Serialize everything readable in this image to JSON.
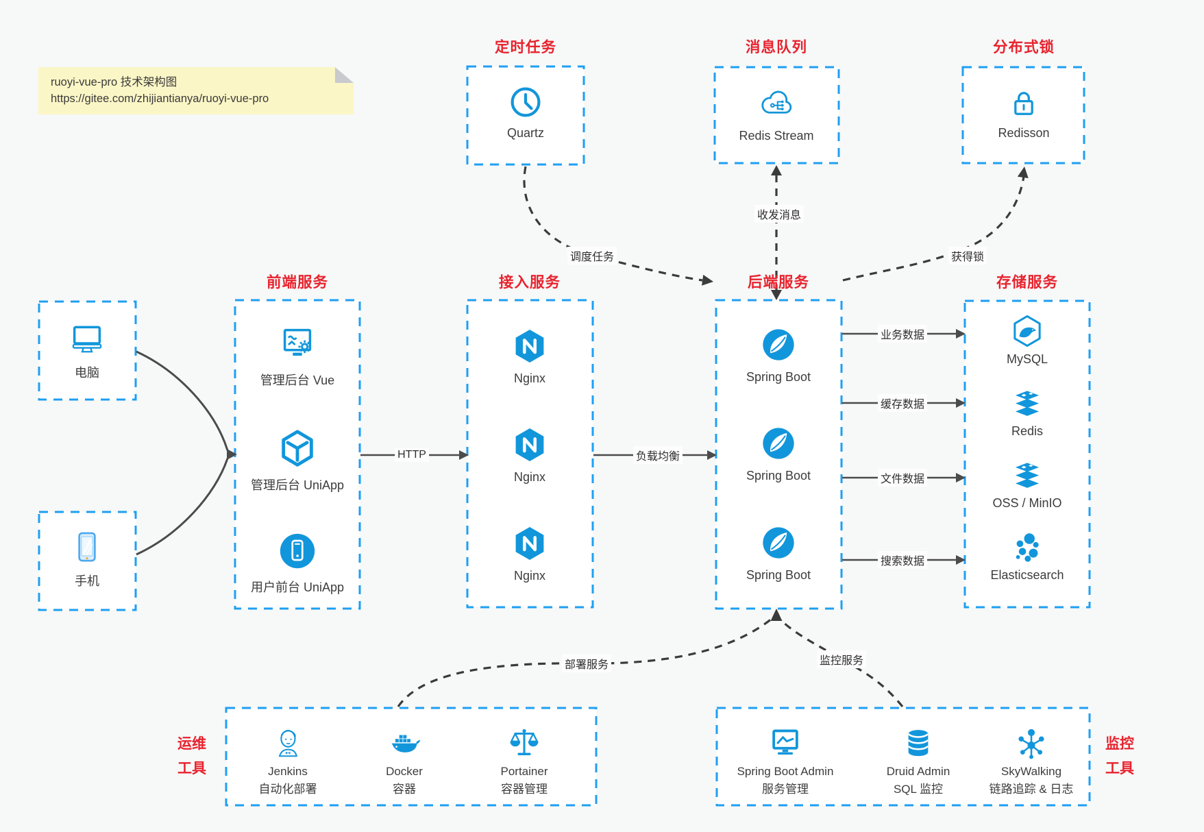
{
  "colors": {
    "icon_blue": "#1296db",
    "border_blue": "#1e9ff2",
    "title_red": "#e8232e",
    "arrow_gray": "#4b4b4b",
    "arrow_black": "#3b3b3b",
    "note_bg": "#fbf6c6"
  },
  "note": {
    "line1": "ruoyi-vue-pro 技术架构图",
    "line2": "https://gitee.com/zhijiantianya/ruoyi-vue-pro"
  },
  "titles": {
    "scheduler": "定时任务",
    "mq": "消息队列",
    "lock": "分布式锁",
    "frontend": "前端服务",
    "gateway": "接入服务",
    "backend": "后端服务",
    "storage": "存储服务",
    "devops_1": "运维",
    "devops_2": "工具",
    "monitoring_1": "监控",
    "monitoring_2": "工具"
  },
  "nodes": {
    "quartz": {
      "label": "Quartz",
      "icon": "clock-icon"
    },
    "redis_stream": {
      "label": "Redis Stream",
      "icon": "cloud-stream-icon"
    },
    "redisson": {
      "label": "Redisson",
      "icon": "lock-icon"
    },
    "pc": {
      "label": "电脑",
      "icon": "desktop-icon"
    },
    "mobile": {
      "label": "手机",
      "icon": "smartphone-icon"
    },
    "frontend": [
      {
        "label": "管理后台 Vue",
        "icon": "admin-vue-icon"
      },
      {
        "label": "管理后台 UniApp",
        "icon": "uniapp-cube-icon"
      },
      {
        "label": "用户前台 UniApp",
        "icon": "user-app-icon"
      }
    ],
    "gateway": [
      {
        "label": "Nginx",
        "icon": "nginx-icon"
      },
      {
        "label": "Nginx",
        "icon": "nginx-icon"
      },
      {
        "label": "Nginx",
        "icon": "nginx-icon"
      }
    ],
    "backend": [
      {
        "label": "Spring Boot",
        "icon": "spring-boot-icon"
      },
      {
        "label": "Spring Boot",
        "icon": "spring-boot-icon"
      },
      {
        "label": "Spring Boot",
        "icon": "spring-boot-icon"
      }
    ],
    "storage": [
      {
        "label": "MySQL",
        "icon": "mysql-icon"
      },
      {
        "label": "Redis",
        "icon": "redis-stack-icon"
      },
      {
        "label": "OSS / MinIO",
        "icon": "oss-stack-icon"
      },
      {
        "label": "Elasticsearch",
        "icon": "elasticsearch-icon"
      }
    ],
    "devops": [
      {
        "label": "Jenkins",
        "sub": "自动化部署",
        "icon": "jenkins-icon"
      },
      {
        "label": "Docker",
        "sub": "容器",
        "icon": "docker-icon"
      },
      {
        "label": "Portainer",
        "sub": "容器管理",
        "icon": "portainer-icon"
      }
    ],
    "monitoring": [
      {
        "label": "Spring Boot Admin",
        "sub": "服务管理",
        "icon": "springboot-admin-icon"
      },
      {
        "label": "Druid Admin",
        "sub": "SQL 监控",
        "icon": "druid-icon"
      },
      {
        "label": "SkyWalking",
        "sub": "链路追踪 & 日志",
        "icon": "skywalking-icon"
      }
    ]
  },
  "edges": {
    "http": "HTTP",
    "load_balance": "负载均衡",
    "schedule": "调度任务",
    "messages": "收发消息",
    "acquire_lock": "获得锁",
    "business_data": "业务数据",
    "cache_data": "缓存数据",
    "file_data": "文件数据",
    "search_data": "搜索数据",
    "deploy": "部署服务",
    "monitor": "监控服务"
  }
}
